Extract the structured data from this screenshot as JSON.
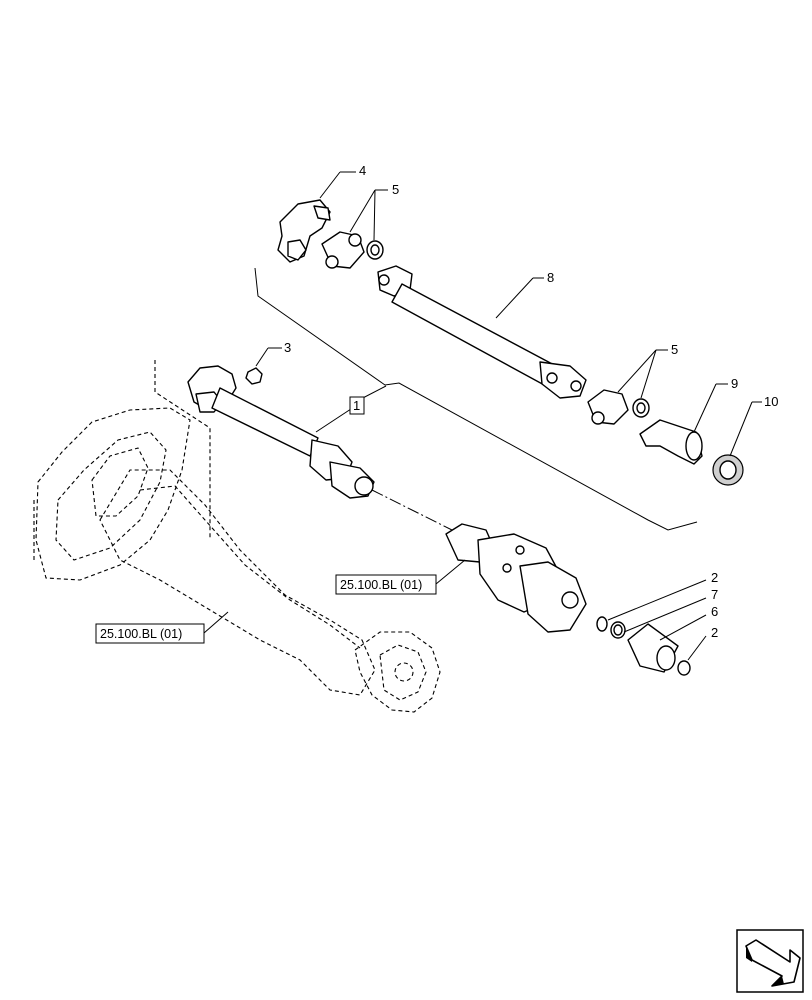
{
  "callouts": [
    "1",
    "2",
    "2",
    "3",
    "4",
    "5",
    "5",
    "6",
    "7",
    "8",
    "9",
    "10"
  ],
  "references": [
    "25.100.BL (01)",
    "25.100.BL (01)"
  ],
  "icons": {
    "nav": "next-page-arrow-icon"
  },
  "colors": {
    "line": "#000000",
    "shade": "#cfcfcf",
    "background": "#ffffff"
  }
}
